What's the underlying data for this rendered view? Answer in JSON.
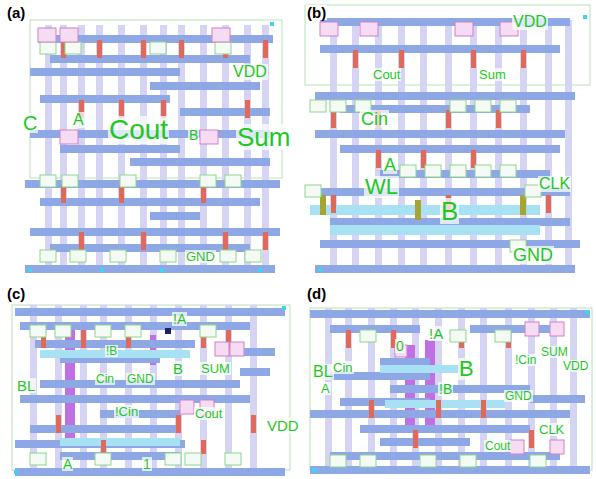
{
  "diagram": {
    "labels": [
      "(a)",
      "(b)",
      "(c)",
      "(d)",
      "C",
      "A",
      "Cout",
      "B",
      "Sum",
      "VDD",
      "GND",
      "VDD",
      "Cout",
      "Sum",
      "Cin",
      "A",
      "WL",
      "B",
      "CLK",
      "GND",
      "!A",
      "!B",
      "Cin",
      "GND",
      "B",
      "SUM",
      "BL",
      "!Cin",
      "Cout",
      "VDD",
      "A",
      "1",
      "!A",
      "0",
      "SUM",
      "BL",
      "Cin",
      "A",
      "!Cin",
      "VDD",
      "B",
      "!B",
      "GND",
      "CLK",
      "Cout"
    ]
  }
}
